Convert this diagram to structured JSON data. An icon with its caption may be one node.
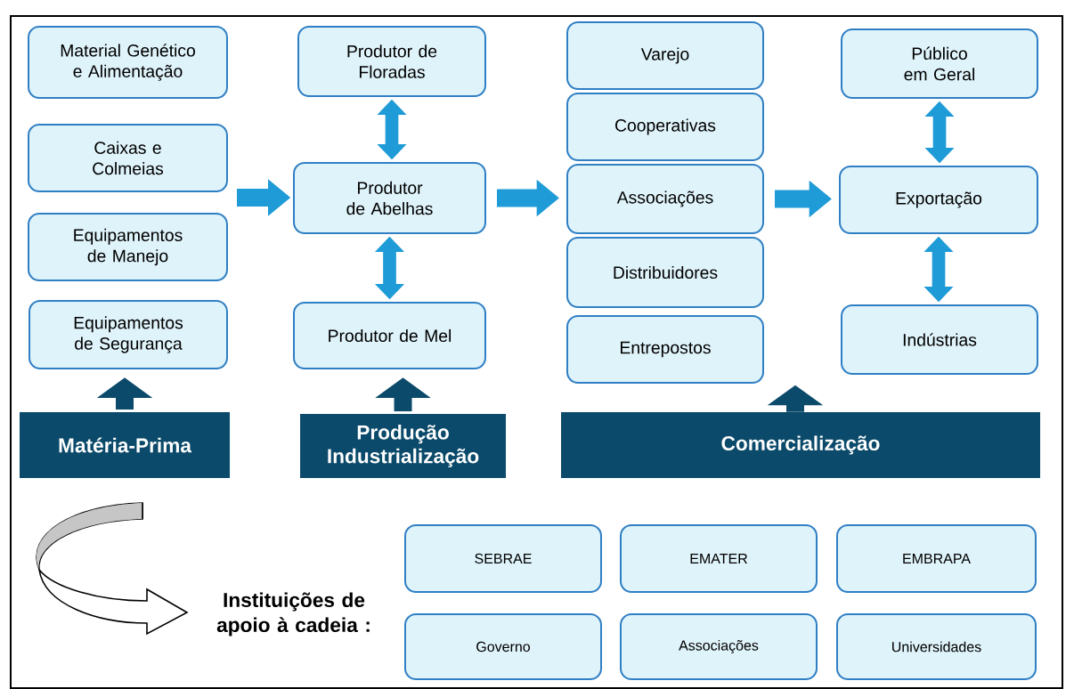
{
  "diagram": {
    "nodes": [
      {
        "text": [
          "Material Genético e Alimentação"
        ]
      },
      {
        "text": [
          "Caixas e Colmeias"
        ]
      },
      {
        "text": [
          "Equipamentos de Manejo"
        ]
      },
      {
        "text": [
          "Equipamentos de Segurança"
        ]
      },
      {
        "text": [
          "Produtor de Floradas"
        ]
      },
      {
        "text": [
          "Produtor de Abelhas"
        ]
      },
      {
        "text": [
          "Produtor de Mel"
        ]
      },
      {
        "text": [
          "Varejo"
        ]
      },
      {
        "text": [
          "Cooperativas"
        ]
      },
      {
        "text": [
          "Associações"
        ]
      },
      {
        "text": [
          "Distribuidores"
        ]
      },
      {
        "text": [
          "Entrepostos"
        ]
      },
      {
        "text": [
          "Público em Geral"
        ]
      },
      {
        "text": [
          "Exportação"
        ]
      },
      {
        "text": [
          "Indústrias"
        ]
      },
      {
        "text": [
          "Matéria-Prima"
        ]
      },
      {
        "text": [
          "Produção Industrialização"
        ]
      },
      {
        "text": [
          "Comercialização"
        ]
      },
      {
        "text": [
          "SEBRAE"
        ]
      },
      {
        "text": [
          "EMATER"
        ]
      },
      {
        "text": [
          "EMBRAPA"
        ]
      },
      {
        "text": [
          "Governo"
        ]
      },
      {
        "text": [
          "Associações"
        ]
      },
      {
        "text": [
          "Universidades"
        ]
      }
    ],
    "edges": [
      {
        "from": null,
        "to": 5,
        "arrow": "to"
      },
      {
        "from": 5,
        "to": 9,
        "arrow": "to"
      },
      {
        "from": 9,
        "to": 13,
        "arrow": "to"
      },
      {
        "from": 4,
        "to": 5,
        "arrow": "both"
      },
      {
        "from": 5,
        "to": 6,
        "arrow": "both"
      },
      {
        "from": 12,
        "to": 13,
        "arrow": "both"
      },
      {
        "from": 13,
        "to": 14,
        "arrow": "both"
      },
      {
        "from": 15,
        "to": 3,
        "arrow": "to",
        "color": "#0b4a6a"
      },
      {
        "from": 16,
        "to": 6,
        "arrow": "to",
        "color": "#0b4a6a"
      },
      {
        "from": 17,
        "to": null,
        "arrow": "to",
        "color": "#0b4a6a"
      }
    ],
    "labels": [
      "Instituições de apoio à cadeia :"
    ]
  }
}
